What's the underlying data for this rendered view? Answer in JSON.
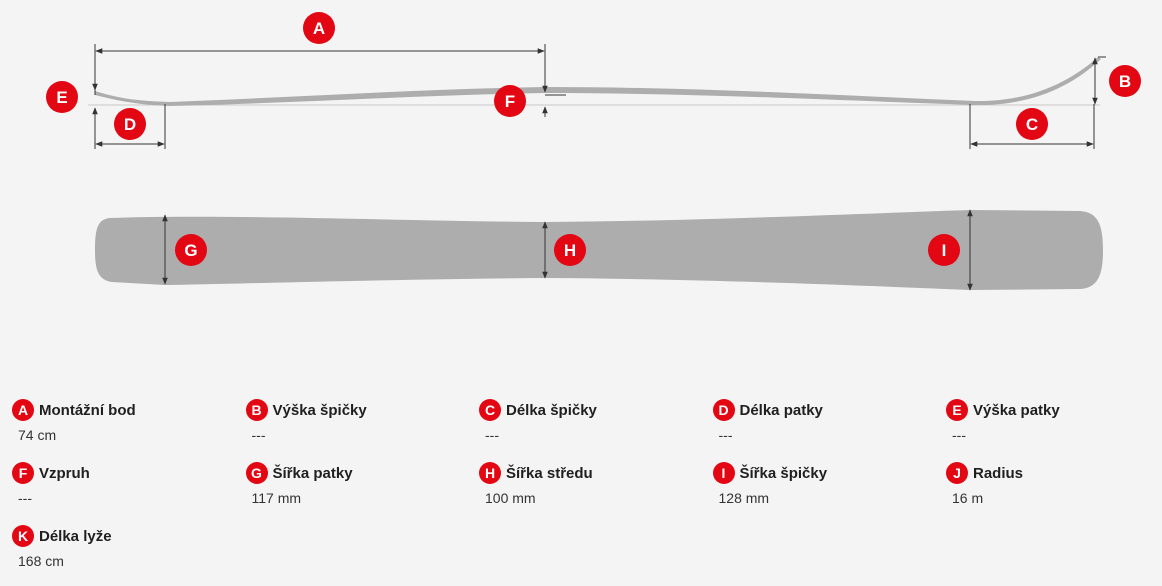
{
  "colors": {
    "background": "#f4f4f4",
    "ski": "#adadad",
    "accent_red": "#e30613",
    "dimension_lines": "#333333"
  },
  "diagram_markers": {
    "A": "A",
    "B": "B",
    "C": "C",
    "D": "D",
    "E": "E",
    "F": "F",
    "G": "G",
    "H": "H",
    "I": "I"
  },
  "specs": [
    {
      "letter": "A",
      "label": "Montážní bod",
      "value": "74 cm"
    },
    {
      "letter": "B",
      "label": "Výška špičky",
      "value": "---"
    },
    {
      "letter": "C",
      "label": "Délka špičky",
      "value": "---"
    },
    {
      "letter": "D",
      "label": "Délka patky",
      "value": "---"
    },
    {
      "letter": "E",
      "label": "Výška patky",
      "value": "---"
    },
    {
      "letter": "F",
      "label": "Vzpruh",
      "value": "---"
    },
    {
      "letter": "G",
      "label": "Šířka patky",
      "value": "117 mm"
    },
    {
      "letter": "H",
      "label": "Šířka středu",
      "value": "100 mm"
    },
    {
      "letter": "I",
      "label": "Šířka špičky",
      "value": "128 mm"
    },
    {
      "letter": "J",
      "label": "Radius",
      "value": "16 m"
    },
    {
      "letter": "K",
      "label": "Délka lyže",
      "value": "168 cm"
    }
  ]
}
